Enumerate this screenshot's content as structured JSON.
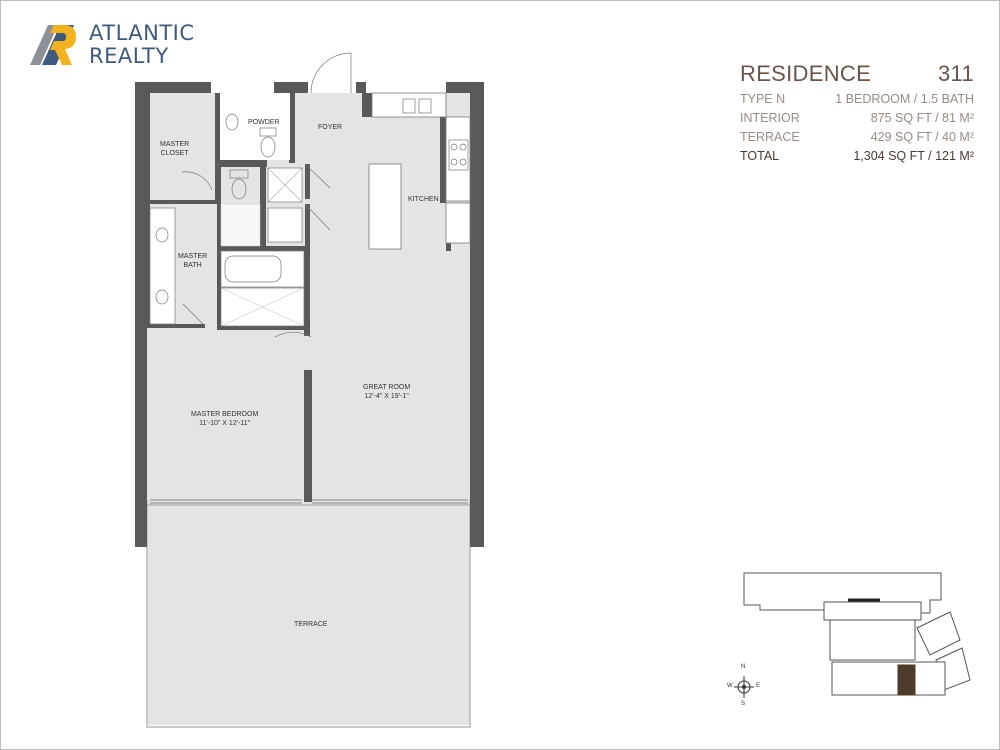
{
  "brand": {
    "line1": "ATLANTIC",
    "line2": "REALTY",
    "colors": {
      "primary": "#3d5a7e",
      "accent": "#f5b21f",
      "gray": "#8d9097"
    }
  },
  "residence": {
    "title": "RESIDENCE",
    "number": "311",
    "rows": [
      {
        "label": "TYPE N",
        "value": "1 BEDROOM / 1.5 BATH"
      },
      {
        "label": "INTERIOR",
        "value": "875 SQ FT / 81 M²"
      },
      {
        "label": "TERRACE",
        "value": "429 SQ FT / 40 M²"
      },
      {
        "label": "TOTAL",
        "value": "1,304 SQ FT / 121 M²"
      }
    ]
  },
  "rooms": {
    "master_closet": "MASTER\nCLOSET",
    "powder": "POWDER",
    "foyer": "FOYER",
    "kitchen": "KITCHEN",
    "master_bath": "MASTER\nBATH",
    "great_room": "GREAT ROOM",
    "great_room_dims": "12'-4\" X 19'-1\"",
    "master_bedroom": "MASTER BEDROOM",
    "master_bedroom_dims": "11'-10\" X 12'-11\"",
    "terrace": "TERRACE"
  },
  "compass": {
    "n": "N",
    "s": "S",
    "e": "E",
    "w": "W"
  },
  "plan_colors": {
    "wall": "#58595b",
    "floor": "#e4e4e4",
    "highlight": "#4e3b2a"
  }
}
